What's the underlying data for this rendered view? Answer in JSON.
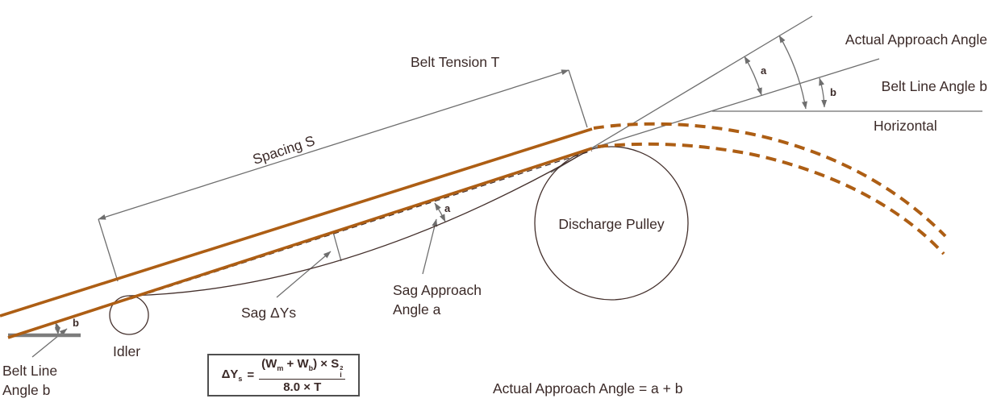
{
  "labels": {
    "belt_tension": "Belt Tension T",
    "spacing": "Spacing S",
    "actual_approach_angle": "Actual Approach Angle",
    "belt_line_angle_b": "Belt Line Angle b",
    "horizontal": "Horizontal",
    "discharge_pulley": "Discharge Pulley",
    "sag": "Sag ΔYs",
    "sag_approach_angle_line1": "Sag Approach",
    "sag_approach_angle_line2": "Angle a",
    "belt_line_angle_line1": "Belt Line",
    "belt_line_angle_line2": "Angle b",
    "idler": "Idler",
    "equation": "Actual Approach Angle = a + b",
    "angle_a": "a",
    "angle_b": "b"
  },
  "formula": {
    "lhs": "ΔY",
    "lhs_sub": "s",
    "equals": "=",
    "num_w1": "(W",
    "num_w1_sub": "m",
    "num_plus_w2": " + W",
    "num_w2_sub": "b",
    "num_times_s": ") × S",
    "num_s_sup": "2",
    "num_s_sub": "i",
    "den": "8.0 × T"
  },
  "colors": {
    "belt_brown": "#ad5e14",
    "construction_gray": "#6e6e6e",
    "outline_dark": "#44302c",
    "ground_gray": "#7d7d7d",
    "text": "#3b2a28"
  }
}
